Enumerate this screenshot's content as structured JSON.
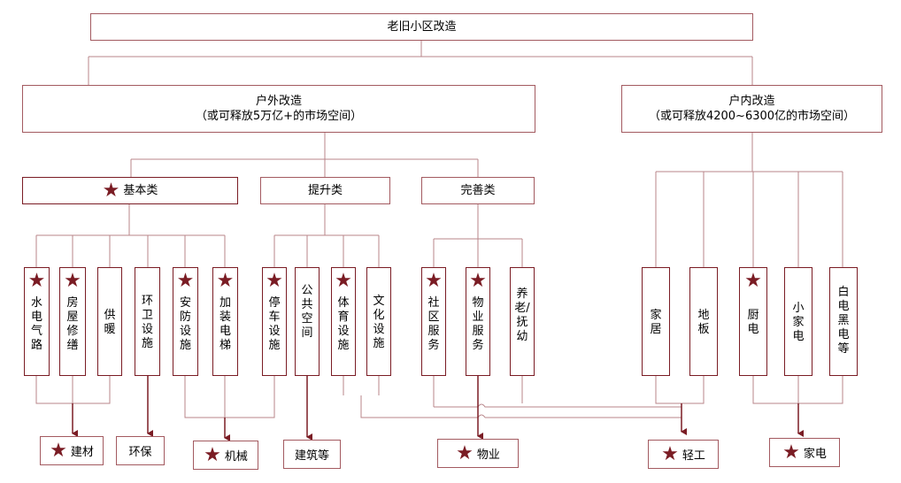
{
  "root": {
    "label": "老旧小区改造"
  },
  "outdoor": {
    "title": "户外改造",
    "subtitle": "（或可释放5万亿+的市场空间）",
    "groups": [
      {
        "label": "基本类",
        "starred": true,
        "items": [
          {
            "label": "水电气路",
            "starred": true
          },
          {
            "label": "房屋修缮",
            "starred": true
          },
          {
            "label": "供暖",
            "starred": false
          },
          {
            "label": "环卫设施",
            "starred": false
          },
          {
            "label": "安防设施",
            "starred": true
          },
          {
            "label": "加装电梯",
            "starred": true
          }
        ]
      },
      {
        "label": "提升类",
        "starred": false,
        "items": [
          {
            "label": "停车设施",
            "starred": true
          },
          {
            "label": "公共空间",
            "starred": false
          },
          {
            "label": "体育设施",
            "starred": true
          },
          {
            "label": "文化设施",
            "starred": false
          }
        ]
      },
      {
        "label": "完善类",
        "starred": false,
        "items": [
          {
            "label": "社区服务",
            "starred": true
          },
          {
            "label": "物业服务",
            "starred": true
          },
          {
            "label": "养老/抚幼",
            "starred": false
          }
        ]
      }
    ]
  },
  "indoor": {
    "title": "户内改造",
    "subtitle": "（或可释放4200~6300亿的市场空间）",
    "items": [
      {
        "label": "家居",
        "starred": false
      },
      {
        "label": "地板",
        "starred": false
      },
      {
        "label": "厨电",
        "starred": true
      },
      {
        "label": "小家电",
        "starred": false
      },
      {
        "label": "白电黑电等",
        "starred": false
      }
    ]
  },
  "industries": [
    {
      "label": "建材",
      "starred": true
    },
    {
      "label": "环保",
      "starred": false
    },
    {
      "label": "机械",
      "starred": true
    },
    {
      "label": "建筑等",
      "starred": false
    },
    {
      "label": "物业",
      "starred": true
    },
    {
      "label": "轻工",
      "starred": true
    },
    {
      "label": "家电",
      "starred": true
    }
  ],
  "colors": {
    "accent": "#7a1c24",
    "connector": "#b8868a",
    "arrow": "#7a1c24"
  },
  "icons": {
    "star": "star-icon"
  }
}
